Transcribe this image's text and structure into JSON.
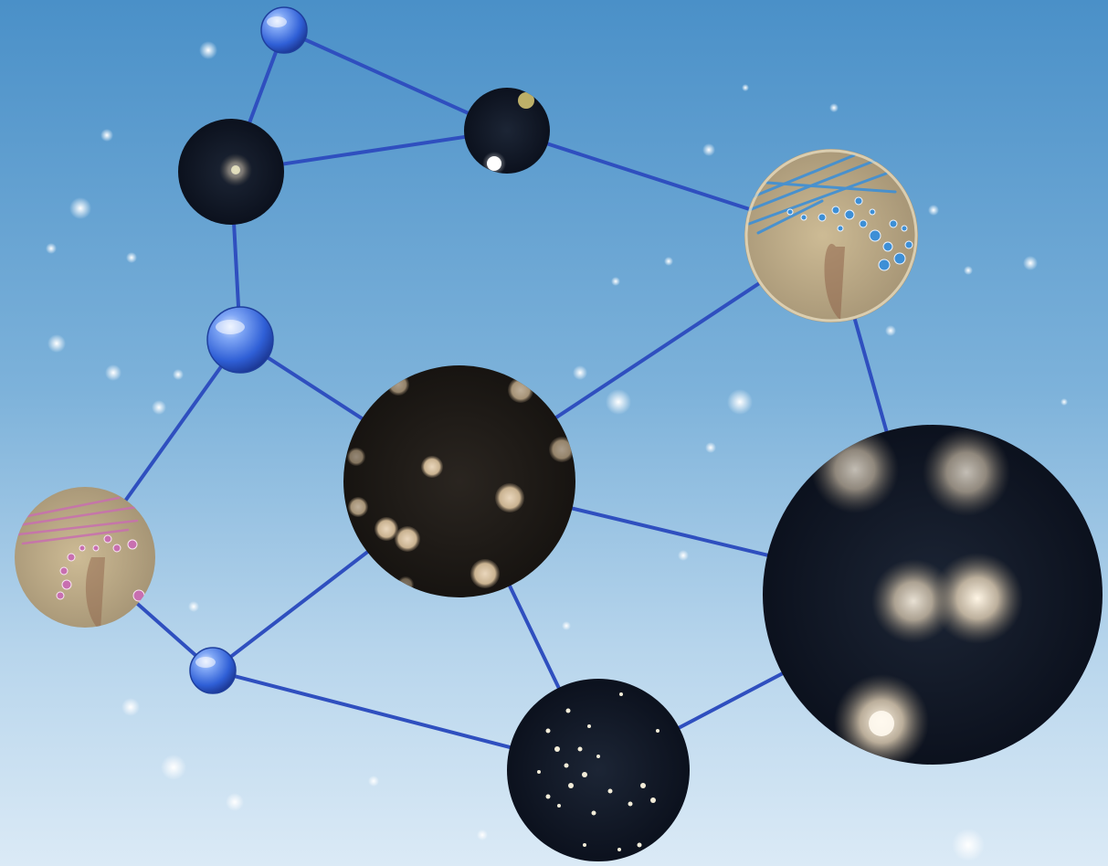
{
  "scene": {
    "colors": {
      "sky_top": "#4a90c8",
      "sky_bottom": "#dbeaf6",
      "edge": "#2f4fbf",
      "node_blue": "#3a6fe0",
      "agar_dark": "#0e1523",
      "agar_tan": "#c9b892",
      "colony_cream": "#f2e6d2",
      "colony_pink": "#c86fb0",
      "colony_blue": "#3d8fd6"
    },
    "nodes": [
      {
        "name": "small-blue-sphere-top",
        "kind": "blue-sphere"
      },
      {
        "name": "dark-dish-two-bright-colonies",
        "kind": "dark-dish"
      },
      {
        "name": "dark-dish-faint-colony",
        "kind": "dark-dish"
      },
      {
        "name": "tan-dish-blue-colonies",
        "kind": "tan-dish"
      },
      {
        "name": "large-blue-sphere",
        "kind": "blue-sphere"
      },
      {
        "name": "dark-dish-tan-colonies",
        "kind": "dark-dish"
      },
      {
        "name": "tan-dish-pink-colonies",
        "kind": "tan-dish"
      },
      {
        "name": "small-blue-sphere-bottom",
        "kind": "blue-sphere"
      },
      {
        "name": "dark-dish-tiny-colonies",
        "kind": "dark-dish"
      },
      {
        "name": "large-dark-dish-fuzzy-colonies",
        "kind": "dark-dish"
      }
    ]
  }
}
